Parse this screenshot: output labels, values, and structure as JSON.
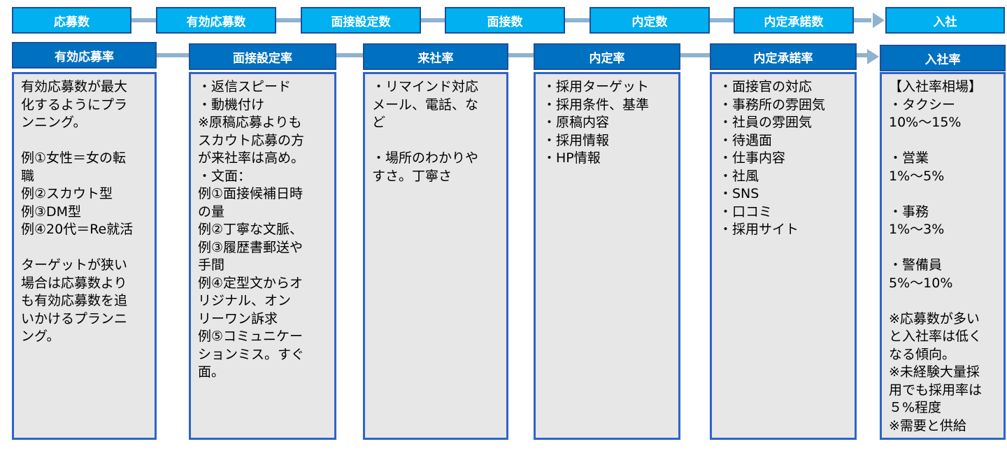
{
  "colors": {
    "step_fill": "#00b0f0",
    "rate_fill": "#0070c0",
    "box_fill": "#e7e7e7",
    "box_border": "#2f64c7",
    "connector": "#8fb2cf"
  },
  "funnel_steps": [
    "応募数",
    "有効応募数",
    "面接設定数",
    "面接数",
    "内定数",
    "内定承諾数",
    "入社"
  ],
  "rate_columns": [
    {
      "title": "有効応募率",
      "body": "有効応募数が最大\n化するようにプラ\nンニング。\n\n例①女性＝女の転\n職\n例②スカウト型\n例③DM型\n例④20代＝Re就活\n\nターゲットが狭い\n場合は応募数より\nも有効応募数を追\nいかけるプランニ\nング。"
    },
    {
      "title": "面接設定率",
      "body": "・返信スピード\n・動機付け\n※原稿応募よりも\nスカウト応募の方\nが来社率は高め。\n・文面：\n例①面接候補日時\nの量\n例②丁寧な文脈、\n例③履歴書郵送や\n手間\n例④定型文からオ\nリジナル、オン\nリーワン訴求\n例⑤コミュニケー\nションミス。すぐ\n面。"
    },
    {
      "title": "来社率",
      "body": "・リマインド対応\nメール、電話、な\nど\n\n・場所のわかりや\nすさ。丁寧さ"
    },
    {
      "title": "内定率",
      "body": "・採用ターゲット\n・採用条件、基準\n・原稿内容\n・採用情報\n・HP情報"
    },
    {
      "title": "内定承諾率",
      "body": "・面接官の対応\n・事務所の雰囲気\n・社員の雰囲気\n・待遇面\n・仕事内容\n・社風\n・SNS\n・口コミ\n・採用サイト"
    },
    {
      "title": "入社率",
      "body": "【入社率相場】\n・タクシー\n10%～15%\n\n・営業\n1%～5%\n\n・事務\n1%～3%\n\n・警備員\n5%～10%\n\n※応募数が多い\nと入社率は低く\nなる傾向。\n※未経験大量採\n用でも採用率は\n５%程度\n※需要と供給"
    }
  ]
}
